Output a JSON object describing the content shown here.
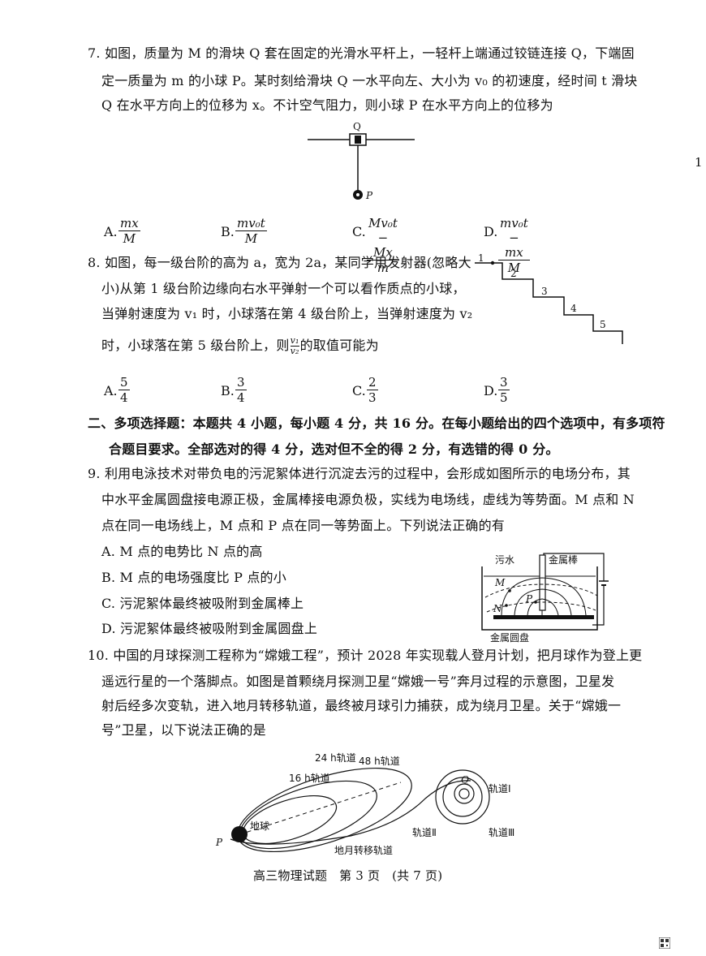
{
  "margin_number": "1",
  "q7": {
    "line1": "7. 如图，质量为 M 的滑块 Q 套在固定的光滑水平杆上，一轻杆上端通过铰链连接 Q，下端固",
    "line2": "定一质量为 m 的小球 P。某时刻给滑块 Q 一水平向左、大小为 v₀ 的初速度，经时间 t 滑块",
    "line3": "Q 在水平方向上的位移为 x。不计空气阻力，则小球 P 在水平方向上的位移为",
    "fig_label_q": "Q",
    "fig_label_p": "P",
    "options": [
      {
        "letter": "A.",
        "num": "mx",
        "den": "M"
      },
      {
        "letter": "B.",
        "num": "mv₀t",
        "den": "M"
      },
      {
        "letter": "C.",
        "num": "Mv₀t − Mx",
        "den": "m"
      },
      {
        "letter": "D.",
        "num": "mv₀t − mx",
        "den": "M"
      }
    ]
  },
  "q8": {
    "line1": "8. 如图，每一级台阶的高为 a，宽为 2a，某同学用发射器(忽略大",
    "line2": "小)从第 1 级台阶边缘向右水平弹射一个可以看作质点的小球，",
    "line3": "当弹射速度为 v₁ 时，小球落在第 4 级台阶上，当弹射速度为 v₂",
    "line4_pre": "时，小球落在第 5 级台阶上，则",
    "ratio_num": "v₁",
    "ratio_den": "v₂",
    "line4_post": "的取值可能为",
    "steps": [
      "1",
      "2",
      "3",
      "4",
      "5"
    ],
    "options": [
      {
        "letter": "A.",
        "num": "5",
        "den": "4"
      },
      {
        "letter": "B.",
        "num": "3",
        "den": "4"
      },
      {
        "letter": "C.",
        "num": "2",
        "den": "3"
      },
      {
        "letter": "D.",
        "num": "3",
        "den": "5"
      }
    ]
  },
  "section2": {
    "line1": "二、多项选择题：本题共 4 小题，每小题 4 分，共 16 分。在每小题给出的四个选项中，有多项符",
    "line2": "合题目要求。全部选对的得 4 分，选对但不全的得 2 分，有选错的得 0 分。"
  },
  "q9": {
    "line1": "9. 利用电泳技术对带负电的污泥絮体进行沉淀去污的过程中，会形成如图所示的电场分布，其",
    "line2": "中水平金属圆盘接电源正极，金属棒接电源负极，实线为电场线，虚线为等势面。M 点和 N",
    "line3": "点在同一电场线上，M 点和 P 点在同一等势面上。下列说法正确的有",
    "options": [
      "A. M 点的电势比 N 点的高",
      "B. M 点的电场强度比 P 点的小",
      "C. 污泥絮体最终被吸附到金属棒上",
      "D. 污泥絮体最终被吸附到金属圆盘上"
    ],
    "fig_water": "污水",
    "fig_rod": "金属棒",
    "fig_disk": "金属圆盘",
    "fig_m": "M",
    "fig_n": "N",
    "fig_p": "P"
  },
  "q10": {
    "line1": "10. 中国的月球探测工程称为“嫦娥工程”，预计 2028 年实现载人登月计划，把月球作为登上更",
    "line2": "遥远行星的一个落脚点。如图是首颗绕月探测卫星“嫦娥一号”奔月过程的示意图，卫星发",
    "line3": "射后经多次变轨，进入地月转移轨道，最终被月球引力捕获，成为绕月卫星。关于“嫦娥一",
    "line4": "号”卫星，以下说法正确的是",
    "fig_16h": "16 h轨道",
    "fig_24h": "24 h轨道",
    "fig_48h": "48 h轨道",
    "fig_earth": "地球",
    "fig_p": "P",
    "fig_q": "Q",
    "fig_orbit1": "轨道Ⅰ",
    "fig_orbit2": "轨道Ⅱ",
    "fig_orbit3": "轨道Ⅲ",
    "fig_transfer": "地月转移轨道"
  },
  "footer": "高三物理试题   第 3 页   (共 7 页)"
}
